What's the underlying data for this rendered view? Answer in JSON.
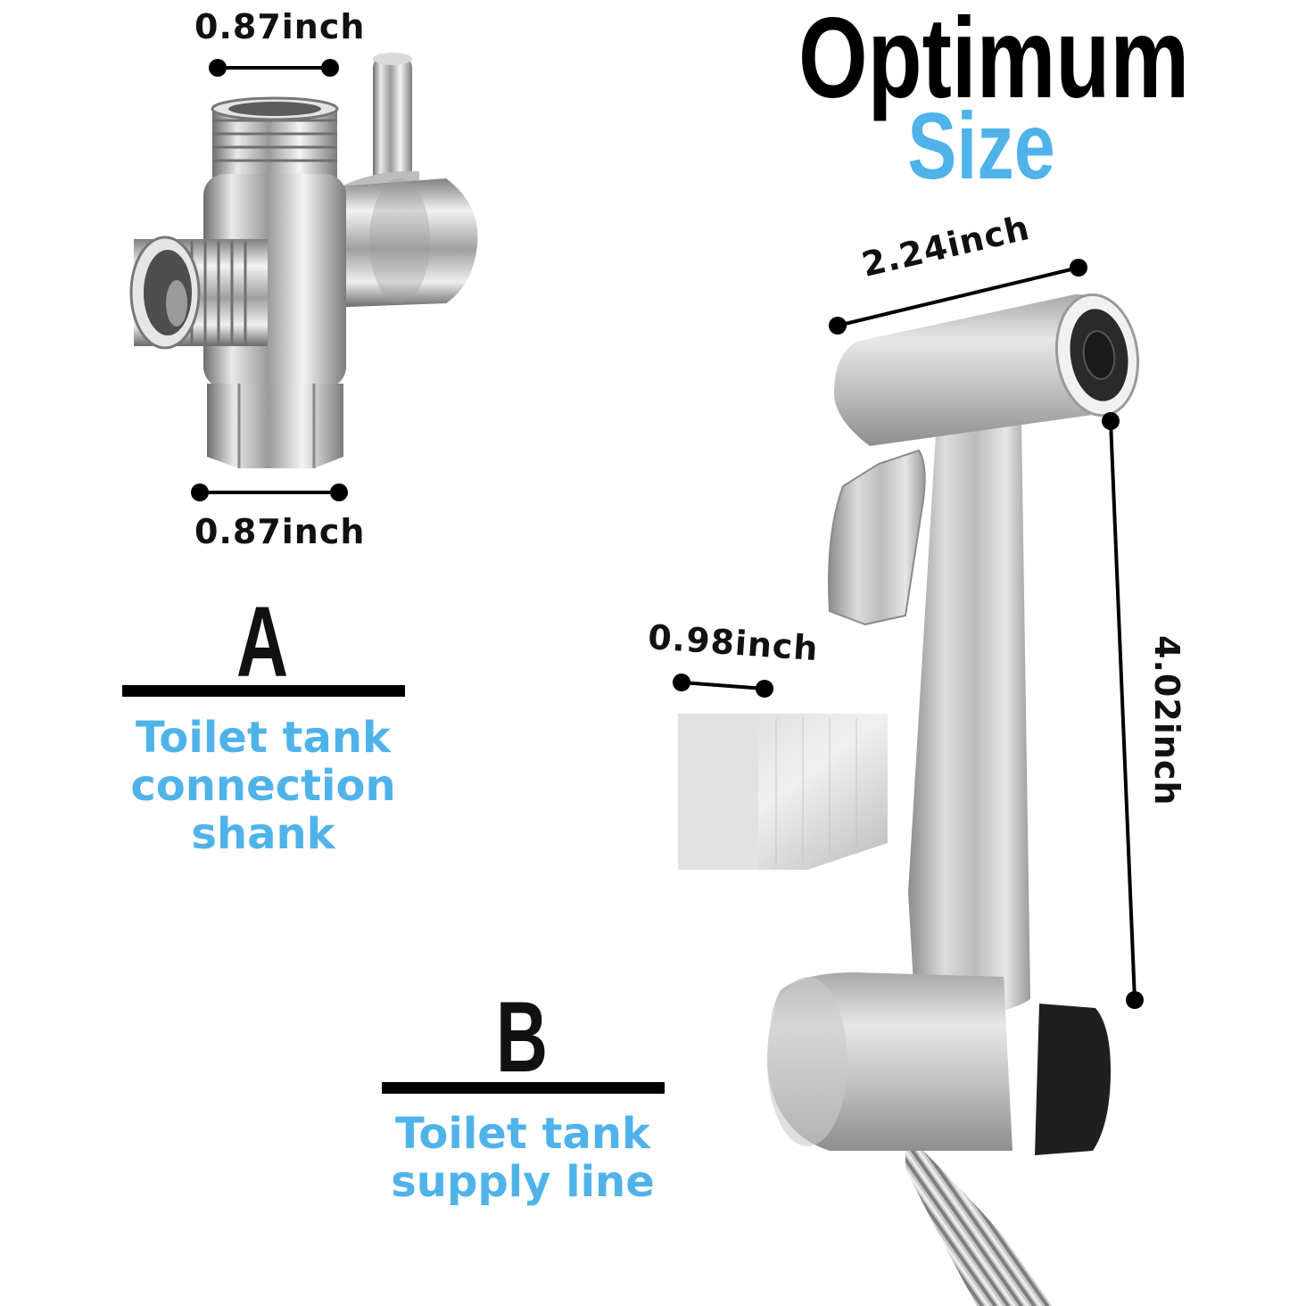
{
  "headline": {
    "line1": "Optimum",
    "line2": "Size",
    "line1_color": "#000000",
    "line2_color": "#4fb3ea"
  },
  "part_a": {
    "letter": "A",
    "description": [
      "Toilet tank",
      "connection",
      "shank"
    ],
    "top_width": "0.87inch",
    "bottom_width": "0.87inch"
  },
  "part_b": {
    "letter": "B",
    "description": [
      "Toilet tank",
      "supply line"
    ],
    "head_length": "2.24inch",
    "holder_width": "0.98inch",
    "body_height": "4.02inch"
  },
  "colors": {
    "accent": "#4fb3ea",
    "text": "#111111",
    "metal_light": "#e8e8e8",
    "metal_mid": "#b8b8b8",
    "metal_dark": "#7a7a7a"
  }
}
